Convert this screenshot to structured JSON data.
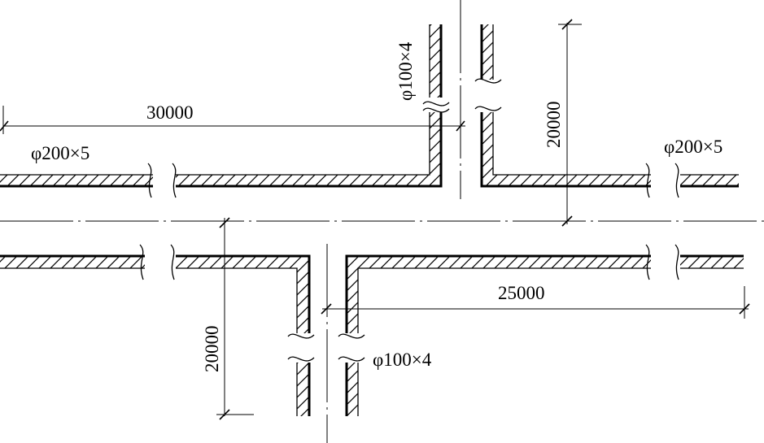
{
  "labels": {
    "main_pipe_left": "φ200×5",
    "main_pipe_right": "φ200×5",
    "branch_top": "φ100×4",
    "branch_bottom": "φ100×4",
    "dim_top_horizontal": "30000",
    "dim_top_vertical": "20000",
    "dim_bottom_horizontal": "25000",
    "dim_bottom_vertical": "20000"
  }
}
